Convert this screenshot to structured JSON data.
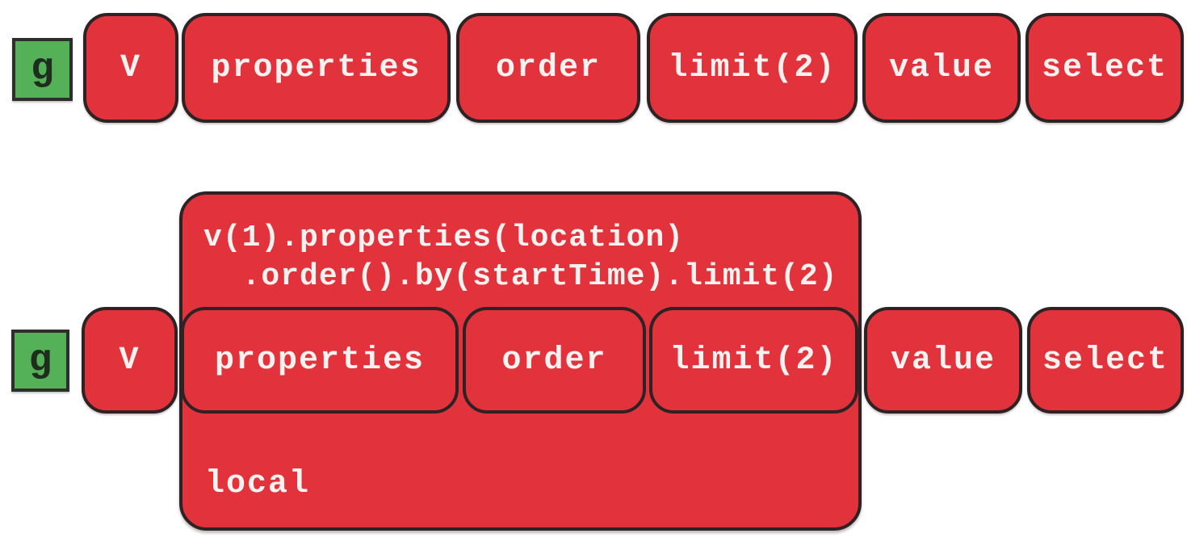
{
  "colors": {
    "box_red": "#e2333c",
    "box_border": "#2d2325",
    "green_fill": "#55b157",
    "green_border": "#2e2f2c",
    "text_light": "#f7f2f0",
    "text_dark": "#1f2d1f"
  },
  "top_pipeline": {
    "source_label": "g",
    "steps": [
      {
        "label": "V"
      },
      {
        "label": "properties"
      },
      {
        "label": "order"
      },
      {
        "label": "limit(2)"
      },
      {
        "label": "value"
      },
      {
        "label": "select"
      }
    ]
  },
  "bottom_pipeline": {
    "source_label": "g",
    "first_step": "V",
    "container": {
      "code_lines": [
        "v(1).properties(location)",
        "  .order().by(startTime).limit(2)"
      ],
      "scope_label": "local",
      "inner_steps": [
        {
          "label": "properties"
        },
        {
          "label": "order"
        },
        {
          "label": "limit(2)"
        }
      ]
    },
    "outer_steps": [
      {
        "label": "value"
      },
      {
        "label": "select"
      }
    ]
  }
}
